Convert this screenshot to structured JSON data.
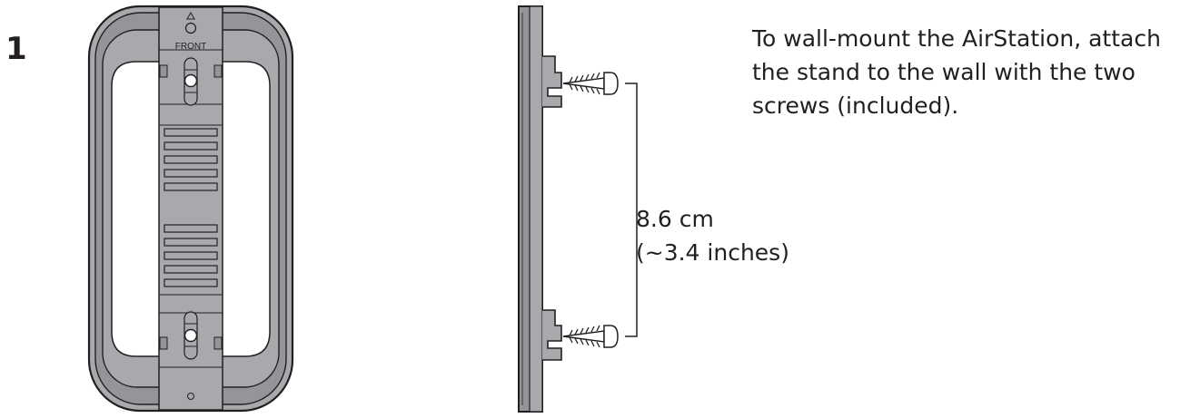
{
  "step": {
    "number": "1"
  },
  "front_view": {
    "label": "FRONT"
  },
  "instruction": {
    "lines": [
      "To wall-mount the AirStation, attach",
      "the stand to the wall with the two",
      "screws (included)."
    ]
  },
  "measurement": {
    "metric": "8.6 cm",
    "imperial": "(~3.4 inches)"
  },
  "colors": {
    "stand_outer": "#a7a9ac",
    "stand_inner": "#939598",
    "outline": "#231f20",
    "background": "#ffffff"
  }
}
